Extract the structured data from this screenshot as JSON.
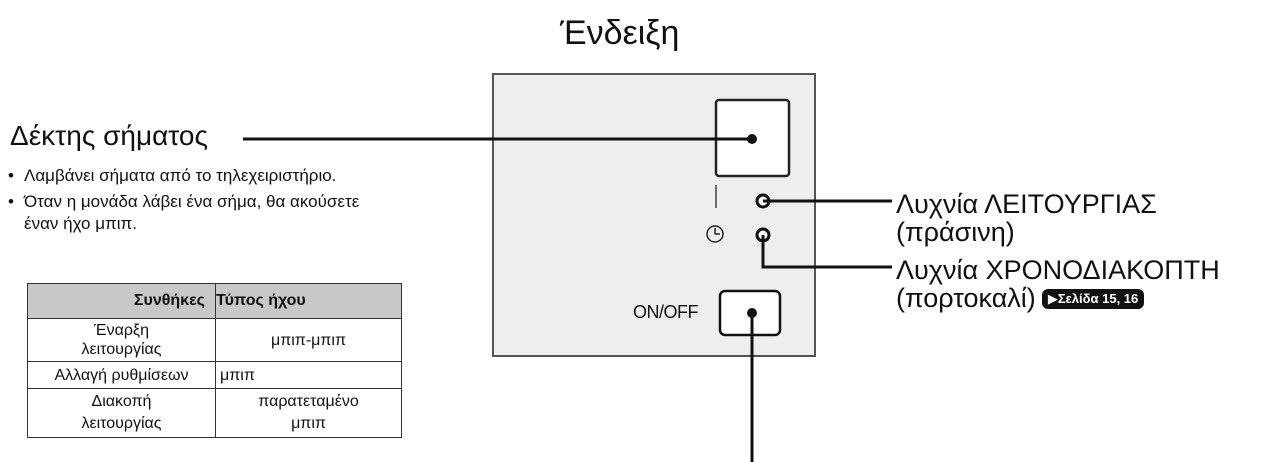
{
  "title": "Ένδειξη",
  "receiver": {
    "title": "Δέκτης σήματος",
    "bullets": [
      "Λαμβάνει σήματα από το τηλεχειριστήριο.",
      "Όταν η μονάδα λάβει ένα σήμα, θα ακούσετε έναν ήχο μπιπ."
    ]
  },
  "table": {
    "headers": [
      "Συνθήκες",
      "Τύπος ήχου"
    ],
    "rows": [
      {
        "condition": "Έναρξη λειτουργίας",
        "sound": "μπιπ-μπιπ"
      },
      {
        "condition": "Αλλαγή ρυθμίσεων",
        "sound": "μπιπ"
      },
      {
        "condition": "Διακοπή λειτουργίας",
        "sound": "παρατεταμένο μπιπ"
      }
    ]
  },
  "operation_lamp": {
    "line1": "Λυχνία ΛΕΙΤΟΥΡΓΙΑΣ",
    "line2": "(πράσινη)"
  },
  "timer_lamp": {
    "line1": "Λυχνία ΧΡΟΝΟΔΙΑΚΟΠΤΗ",
    "line2": "(πορτοκαλί)",
    "page_ref": "Σελίδα 15, 16"
  },
  "onoff": {
    "label": "ON/OFF"
  },
  "colors": {
    "panel_fill": "#eeeeee",
    "panel_border": "#555555",
    "table_header_fill": "#c8c8c8",
    "ink": "#111111"
  },
  "icons": [
    "clock-icon",
    "play-triangle-icon"
  ]
}
